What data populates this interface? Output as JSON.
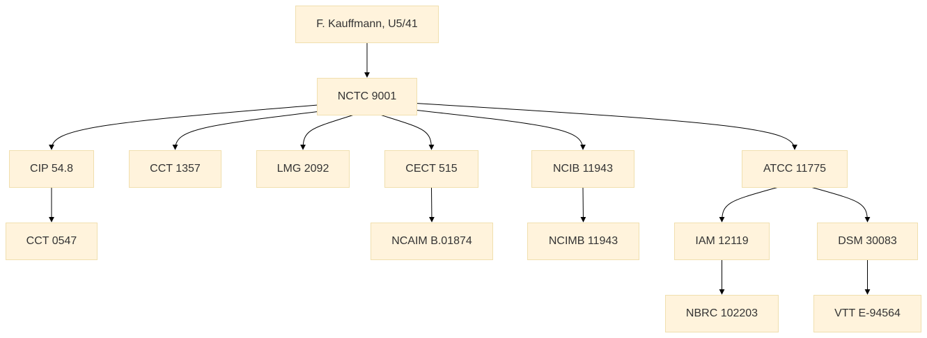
{
  "diagram": {
    "nodes": {
      "n_kauffmann": "F. Kauffmann, U5/41",
      "n_nctc": "NCTC 9001",
      "n_cip": "CIP 54.8",
      "n_cct1357": "CCT 1357",
      "n_lmg": "LMG 2092",
      "n_cect": "CECT 515",
      "n_ncib": "NCIB 11943",
      "n_atcc": "ATCC 11775",
      "n_cct0547": "CCT 0547",
      "n_ncaim": "NCAIM B.01874",
      "n_ncimb": "NCIMB 11943",
      "n_iam": "IAM 12119",
      "n_dsm": "DSM 30083",
      "n_nbrc": "NBRC 102203",
      "n_vtt": "VTT E-94564"
    },
    "edges": [
      [
        "n_kauffmann",
        "n_nctc"
      ],
      [
        "n_nctc",
        "n_cip"
      ],
      [
        "n_nctc",
        "n_cct1357"
      ],
      [
        "n_nctc",
        "n_lmg"
      ],
      [
        "n_nctc",
        "n_cect"
      ],
      [
        "n_nctc",
        "n_ncib"
      ],
      [
        "n_nctc",
        "n_atcc"
      ],
      [
        "n_cip",
        "n_cct0547"
      ],
      [
        "n_cect",
        "n_ncaim"
      ],
      [
        "n_ncib",
        "n_ncimb"
      ],
      [
        "n_atcc",
        "n_iam"
      ],
      [
        "n_atcc",
        "n_dsm"
      ],
      [
        "n_iam",
        "n_nbrc"
      ],
      [
        "n_dsm",
        "n_vtt"
      ]
    ]
  }
}
